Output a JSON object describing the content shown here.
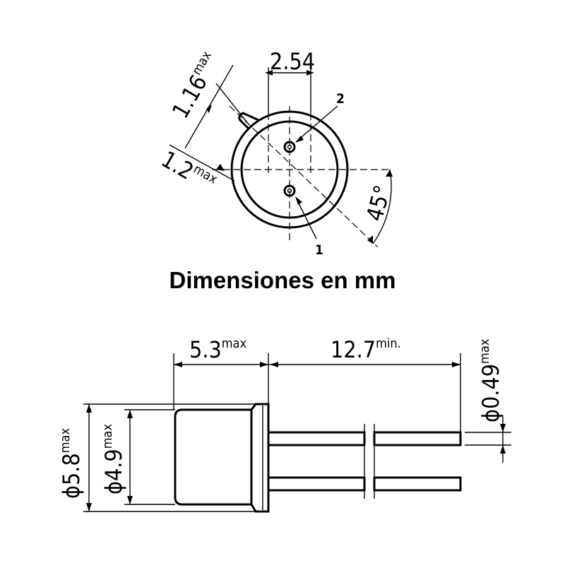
{
  "caption": "Dimensiones en mm",
  "top_view": {
    "pitch": "2.54",
    "tab_width": "1.16",
    "tab_width_qual": "max",
    "tab_length": "1.2",
    "tab_length_qual": "max",
    "angle": "45°",
    "pin_1": "1",
    "pin_2": "2"
  },
  "side_view": {
    "body_length": "5.3",
    "body_length_qual": "max",
    "lead_length": "12.7",
    "lead_length_qual": "min.",
    "flange_diameter": "ϕ5.8",
    "flange_diameter_qual": "max",
    "body_diameter": "ϕ4.9",
    "body_diameter_qual": "max",
    "lead_diameter": "ϕ0.49",
    "lead_diameter_qual": "max"
  }
}
